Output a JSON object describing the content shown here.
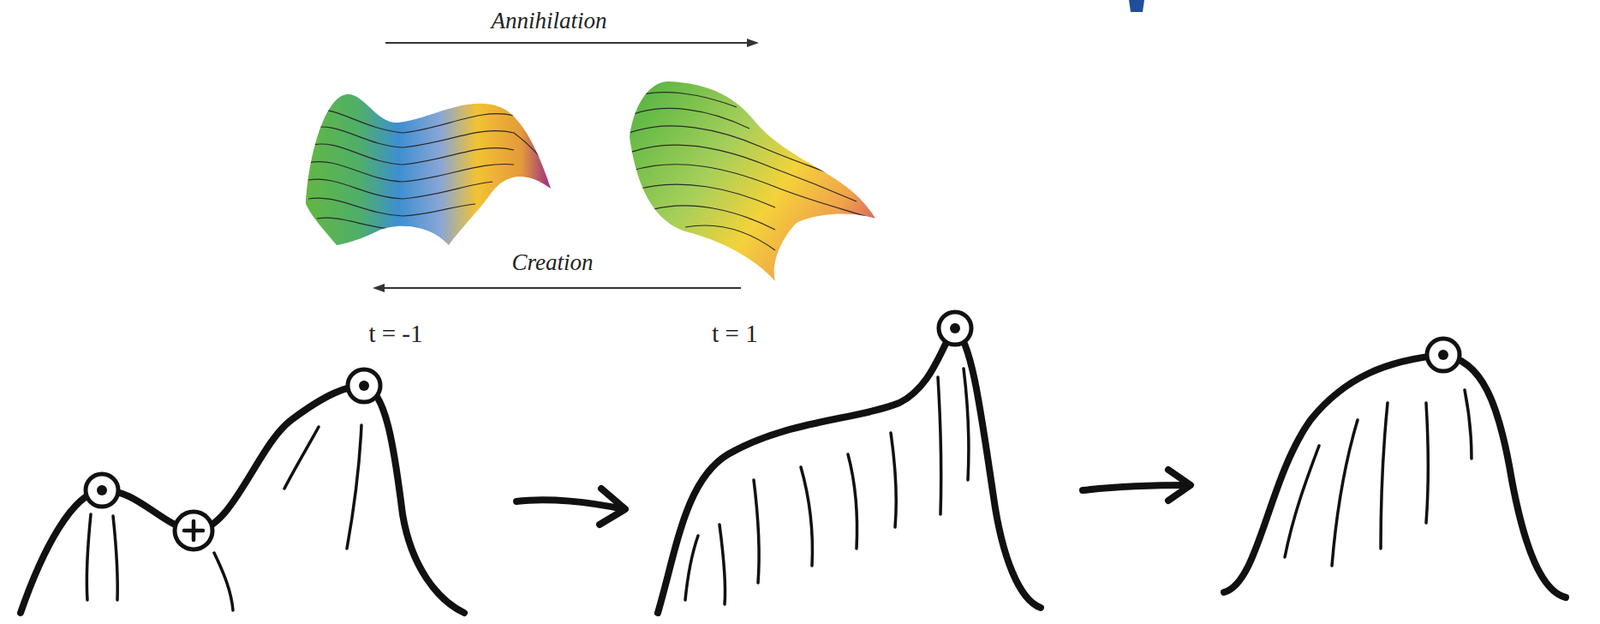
{
  "diagram": {
    "labels": [
      "Annihilation",
      "Creation",
      "t = -1",
      "t = 1"
    ]
  }
}
